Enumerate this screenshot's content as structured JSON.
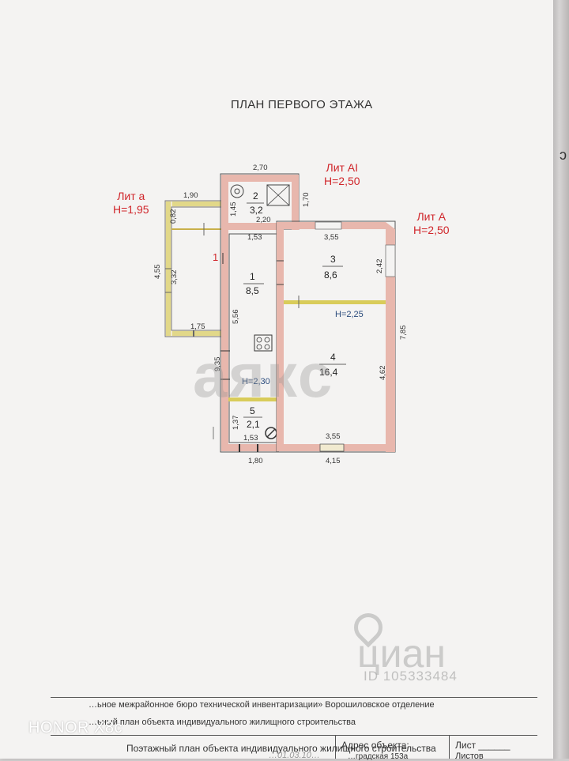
{
  "document": {
    "title": "ПЛАН ПЕРВОГО ЭТАЖА",
    "footer_line1": "…ьное межрайонное бюро технической инвентаризации» Ворошиловское отделение",
    "footer_line2": "…ьный план объекта индивидуального жилищного строительства",
    "footer_plan": "Поэтажный план объекта индивидуального жилищного строительства",
    "footer_address_label": "Адрес объекта:",
    "footer_address_value": "…градская 153а",
    "footer_sheet": "Лист ______",
    "footer_sheets": "Листов",
    "footer_number": "…01.03.10…"
  },
  "litera": [
    {
      "id": "lit-a",
      "label": "Лит а",
      "height": "H=1,95"
    },
    {
      "id": "lit-a1",
      "label": "Лит АI",
      "height": "H=2,50"
    },
    {
      "id": "lit-A",
      "label": "Лит А",
      "height": "H=2,50"
    }
  ],
  "rooms": [
    {
      "number": "1",
      "area": "8,5"
    },
    {
      "number": "2",
      "area": "3,2"
    },
    {
      "number": "3",
      "area": "8,6"
    },
    {
      "number": "4",
      "area": "16,4"
    },
    {
      "number": "5",
      "area": "2,1"
    }
  ],
  "room_marker": "1",
  "heights": {
    "main": "H=2,25",
    "entry": "H=2,30"
  },
  "dimensions": {
    "top_a1": "2,70",
    "lit_a_top": "1,90",
    "d_082": "0,82",
    "d_145": "1,45",
    "d_170": "1,70",
    "d_220": "2,20",
    "d_153_top": "1,53",
    "d_355_top": "3,55",
    "d_242": "2,42",
    "d_455": "4,55",
    "d_332": "3,32",
    "d_556": "5,56",
    "d_175": "1,75",
    "d_935": "9,35",
    "d_785": "7,85",
    "d_462": "4,62",
    "d_137": "1,37",
    "d_153_bot": "1,53",
    "d_355_bot": "3,55",
    "d_180": "1,80",
    "d_415": "4,15"
  },
  "watermarks": {
    "center": "аякс",
    "cian_brand": "циан",
    "cian_id": "ID 105333484"
  },
  "device": {
    "camera_label": "HONOR X8c"
  },
  "colors": {
    "wall": "#e8b7ad",
    "wall_stroke": "#555",
    "lit_text": "#d0262b",
    "wall_yellow": "#d9cc5a"
  }
}
